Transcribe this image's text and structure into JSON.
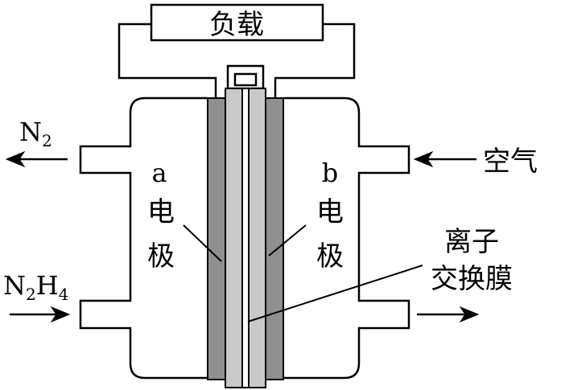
{
  "load": {
    "label": "负载"
  },
  "left_top_arrow": {
    "species": "N",
    "subscript": "2"
  },
  "left_bottom_arrow": {
    "species_1": "N",
    "sub_1": "2",
    "species_2": "H",
    "sub_2": "4"
  },
  "right_top_arrow": {
    "label": "空气"
  },
  "electrode_a": {
    "letter": "a",
    "char1": "电",
    "char2": "极"
  },
  "electrode_b": {
    "letter": "b",
    "char1": "电",
    "char2": "极"
  },
  "membrane": {
    "line1": "离子",
    "line2": "交换膜"
  },
  "colors": {
    "stroke": "#000000",
    "electrode": "#8f8f8f",
    "plate": "#c9c9c9",
    "background": "#ffffff"
  }
}
